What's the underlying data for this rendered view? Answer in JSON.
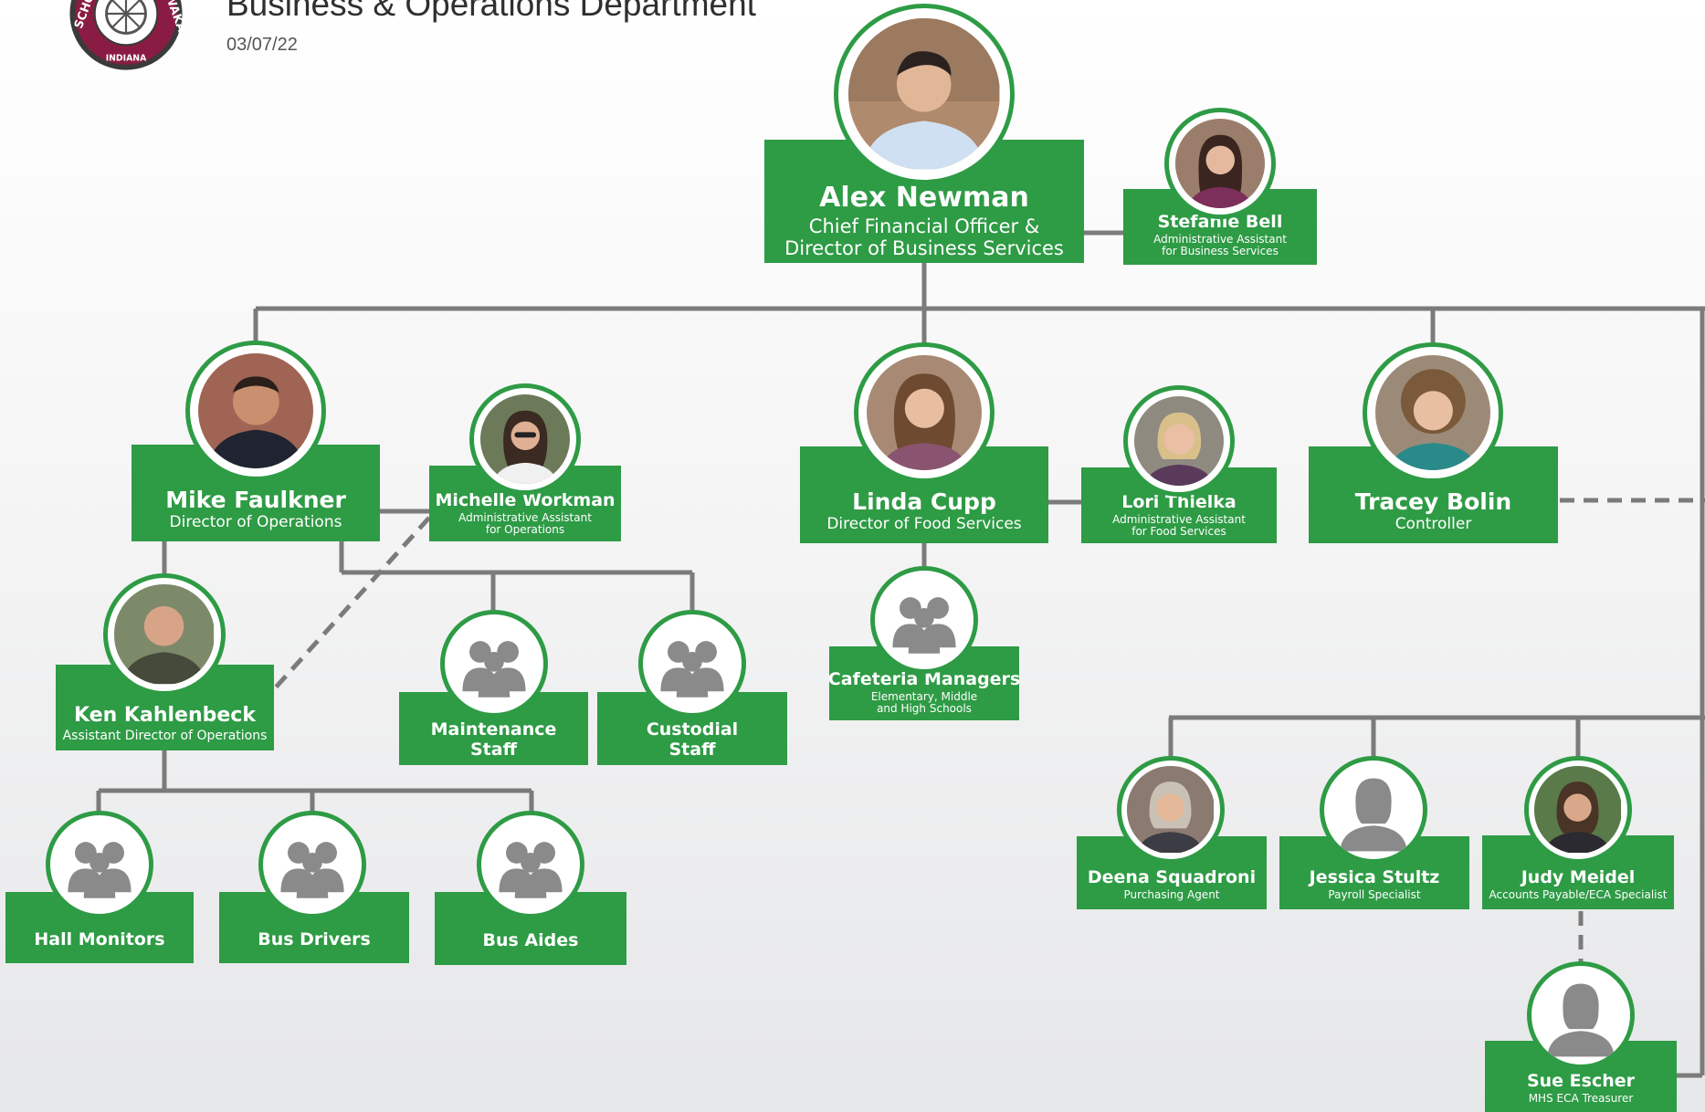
{
  "header": {
    "title": "Business & Operations Department",
    "date": "03/07/22",
    "logo_text_1": "SCHO",
    "logo_text_2": "WAKA",
    "logo_text_3": "INDIANA"
  },
  "colors": {
    "box": "#2e9b45",
    "line": "#7b7b7b"
  },
  "people": {
    "alex": {
      "name": "Alex Newman",
      "title1": "Chief Financial Officer &",
      "title2": "Director of Business Services",
      "icon": "photo-icon"
    },
    "stefanie": {
      "name": "Stefanie Bell",
      "title1": "Administrative Assistant",
      "title2": "for Business Services",
      "icon": "photo-icon"
    },
    "mike": {
      "name": "Mike Faulkner",
      "title1": "Director of Operations",
      "icon": "photo-icon"
    },
    "michelle": {
      "name": "Michelle Workman",
      "title1": "Administrative Assistant",
      "title2": "for Operations",
      "icon": "photo-icon"
    },
    "linda": {
      "name": "Linda Cupp",
      "title1": "Director of Food Services",
      "icon": "photo-icon"
    },
    "lori": {
      "name": "Lori Thielka",
      "title1": "Administrative Assistant",
      "title2": "for Food Services",
      "icon": "photo-icon"
    },
    "tracey": {
      "name": "Tracey Bolin",
      "title1": "Controller",
      "icon": "photo-icon"
    },
    "ken": {
      "name": "Ken Kahlenbeck",
      "title1": "Assistant Director of Operations",
      "icon": "photo-icon"
    },
    "maintenance": {
      "name1": "Maintenance",
      "name2": "Staff",
      "icon": "group-icon"
    },
    "custodial": {
      "name1": "Custodial",
      "name2": "Staff",
      "icon": "group-icon"
    },
    "cafeteria": {
      "name": "Cafeteria Managers",
      "title1": "Elementary, Middle",
      "title2": "and High Schools",
      "icon": "group-icon"
    },
    "hall": {
      "name": "Hall Monitors",
      "icon": "group-icon"
    },
    "busdrivers": {
      "name": "Bus Drivers",
      "icon": "group-icon"
    },
    "busaides": {
      "name": "Bus Aides",
      "icon": "group-icon"
    },
    "deena": {
      "name": "Deena Squadroni",
      "title1": "Purchasing Agent",
      "icon": "photo-icon"
    },
    "jessica": {
      "name": "Jessica Stultz",
      "title1": "Payroll Specialist",
      "icon": "person-silhouette-icon"
    },
    "judy": {
      "name": "Judy Meidel",
      "title1": "Accounts Payable/ECA Specialist",
      "icon": "photo-icon"
    },
    "sue": {
      "name": "Sue Escher",
      "title1": "MHS ECA Treasurer",
      "icon": "person-silhouette-icon"
    }
  }
}
